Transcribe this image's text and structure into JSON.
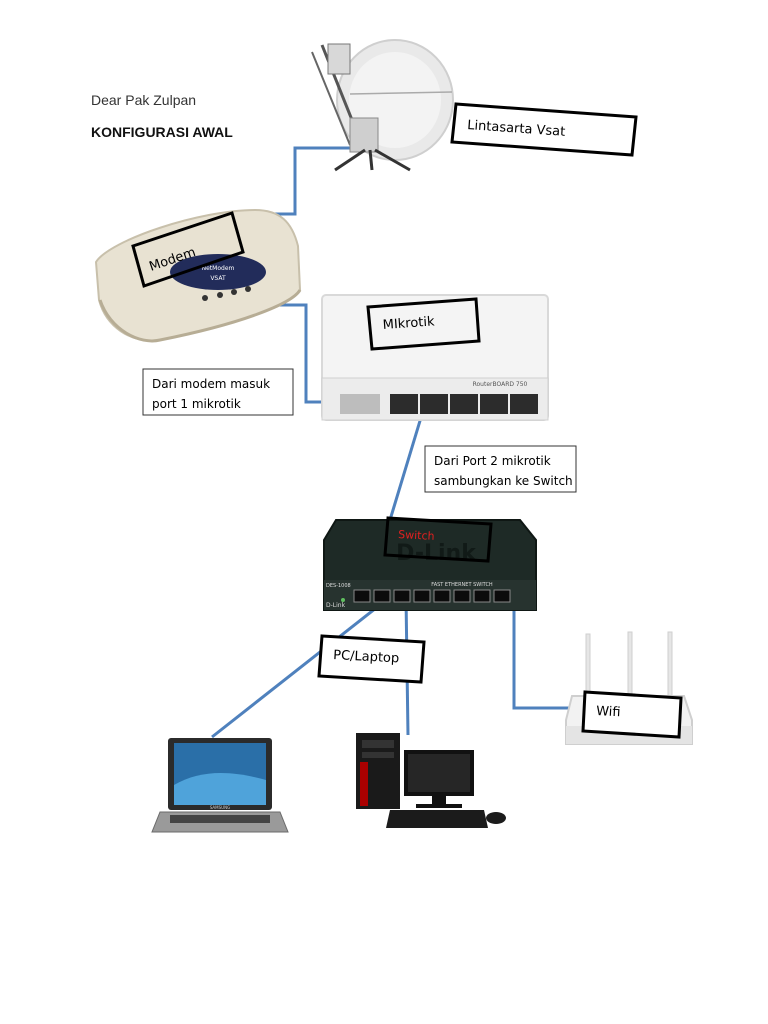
{
  "header": {
    "greeting": "Dear Pak Zulpan",
    "title": "KONFIGURASI AWAL"
  },
  "labels": {
    "vsat": "Lintasarta Vsat",
    "modem": "Modem",
    "mikrotik": "MIkrotik",
    "modem_to_mikrotik_line1": "Dari modem masuk",
    "modem_to_mikrotik_line2": "port 1 mikrotik",
    "mikrotik_to_switch_line1": "Dari Port 2 mikrotik",
    "mikrotik_to_switch_line2": "sambungkan ke Switch",
    "switch": "Switch",
    "pc_laptop": "PC/Laptop",
    "wifi": "Wifi"
  },
  "device_marks": {
    "modem_brand": "NetModem",
    "modem_model": "VSAT",
    "mikrotik_brand": "RouterBOARD 750",
    "switch_model": "DES-1008",
    "switch_brand": "D-Link",
    "switch_subtitle": "FAST ETHERNET SWITCH",
    "switch_logo": "D-Link",
    "laptop_brand": "SAMSUNG"
  },
  "colors": {
    "cable": "#4f81bd",
    "box_border": "#000000",
    "switch_label": "#e02020"
  }
}
